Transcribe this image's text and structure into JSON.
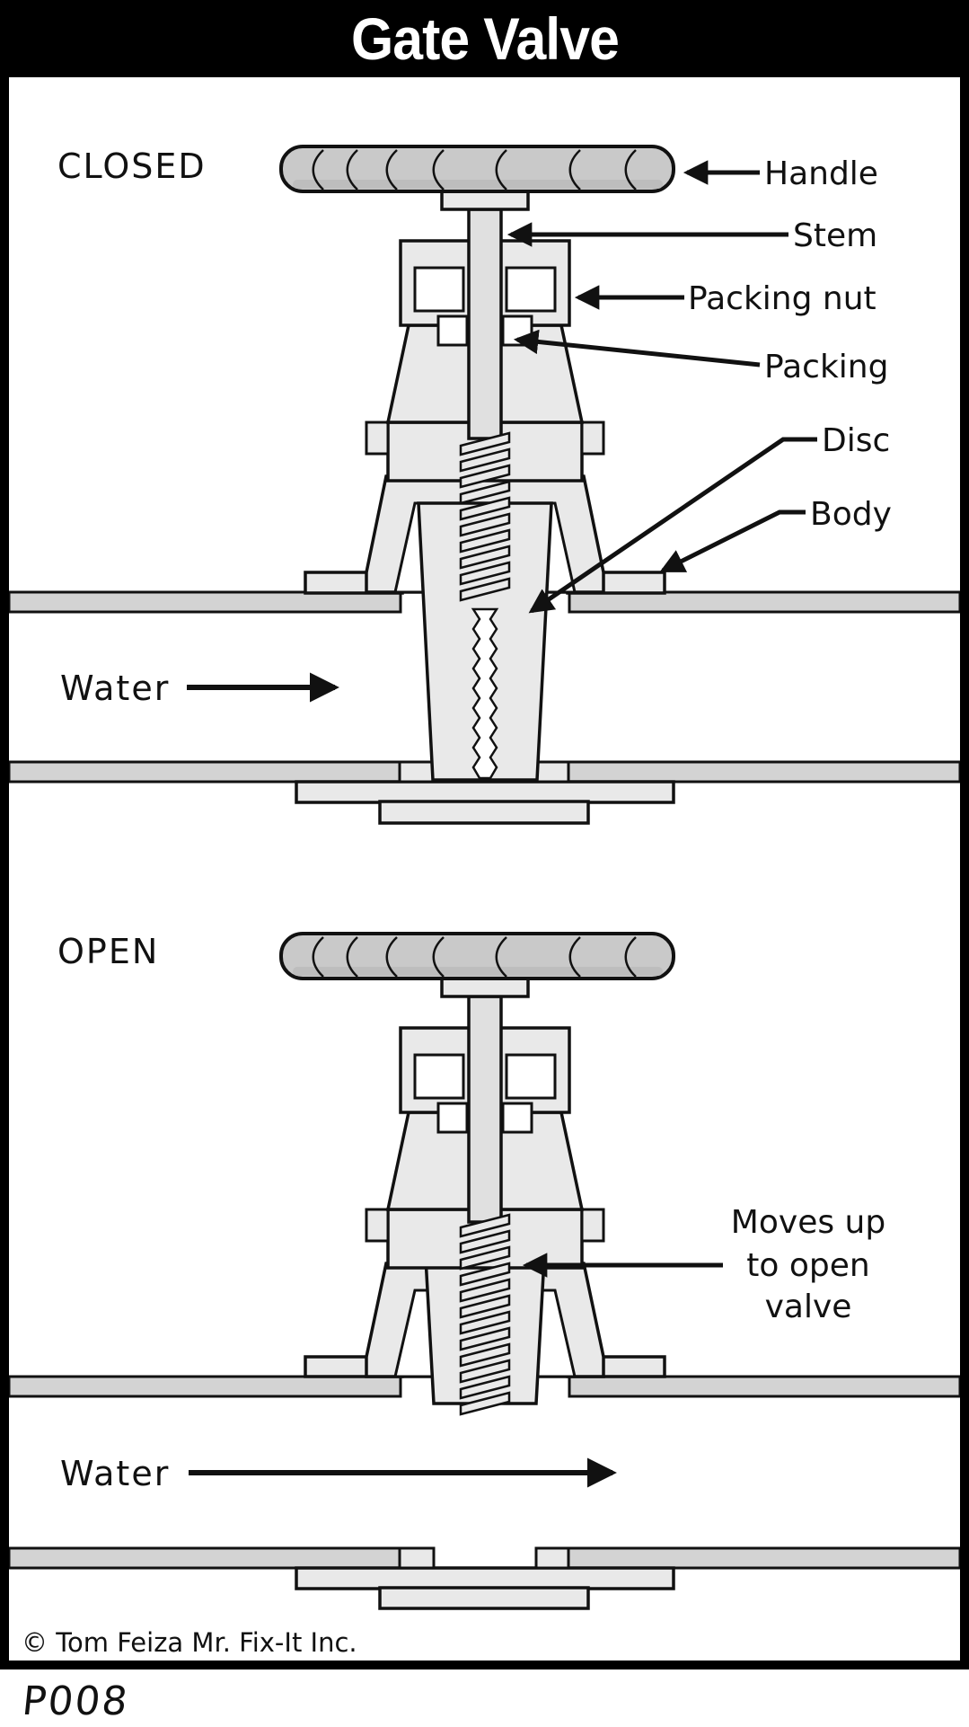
{
  "title": "Gate Valve",
  "colors": {
    "title_bg": "#000000",
    "title_fg": "#ffffff",
    "line": "#111111",
    "handle_fill": "#c9c9c9",
    "body_fill": "#e9e9e9",
    "pipe_fill": "#d3d3d3",
    "background": "#ffffff"
  },
  "closed": {
    "state_label": "CLOSED",
    "water_label": "Water",
    "labels": {
      "handle": "Handle",
      "stem": "Stem",
      "packing_nut": "Packing nut",
      "packing": "Packing",
      "disc": "Disc",
      "body": "Body"
    }
  },
  "open": {
    "state_label": "OPEN",
    "water_label": "Water",
    "note": {
      "line1": "Moves up",
      "line2": "to open",
      "line3": "valve"
    }
  },
  "footer": {
    "copyright": "© Tom Feiza Mr. Fix-It Inc.",
    "code": "P008"
  }
}
